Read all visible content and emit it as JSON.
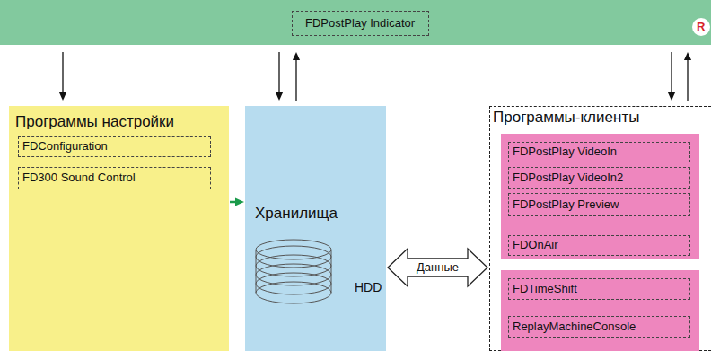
{
  "diagram": {
    "nodes": [
      {
        "text": []
      },
      {
        "text": [
          "FDPostPlay Indicator"
        ],
        "in": 0
      },
      {
        "text": [
          "R"
        ],
        "in": 0
      },
      {
        "text": [
          "Программы настройки"
        ]
      },
      {
        "text": [
          "FDConfiguration"
        ],
        "in": 3
      },
      {
        "text": [
          "FD300 Sound Control"
        ],
        "in": 3
      },
      {
        "text": [
          "Хранилища",
          "HDD"
        ]
      },
      {
        "text": [
          "Программы-клиенты"
        ]
      },
      {
        "text": [],
        "in": 7
      },
      {
        "text": [
          "FDPostPlay VideoIn"
        ],
        "in": 8
      },
      {
        "text": [
          "FDPostPlay VideoIn2"
        ],
        "in": 8
      },
      {
        "text": [
          "FDPostPlay Preview"
        ],
        "in": 8
      },
      {
        "text": [
          "FDOnAir"
        ],
        "in": 8
      },
      {
        "text": [],
        "in": 7
      },
      {
        "text": [
          "FDTimeShift"
        ],
        "in": 13
      },
      {
        "text": [
          "ReplayMachineConsole"
        ],
        "in": 13
      }
    ],
    "edges": [
      {
        "from": 0,
        "to": 3,
        "arrow": "to"
      },
      {
        "from": 0,
        "to": 6,
        "arrow": "to"
      },
      {
        "from": 6,
        "to": 0,
        "arrow": "to"
      },
      {
        "from": 0,
        "to": 7,
        "arrow": "to"
      },
      {
        "from": 7,
        "to": 0,
        "arrow": "to"
      },
      {
        "from": 3,
        "to": 6,
        "arrow": "to"
      },
      {
        "from": 6,
        "to": 7,
        "label": "Данные",
        "arrow": "both"
      }
    ]
  }
}
